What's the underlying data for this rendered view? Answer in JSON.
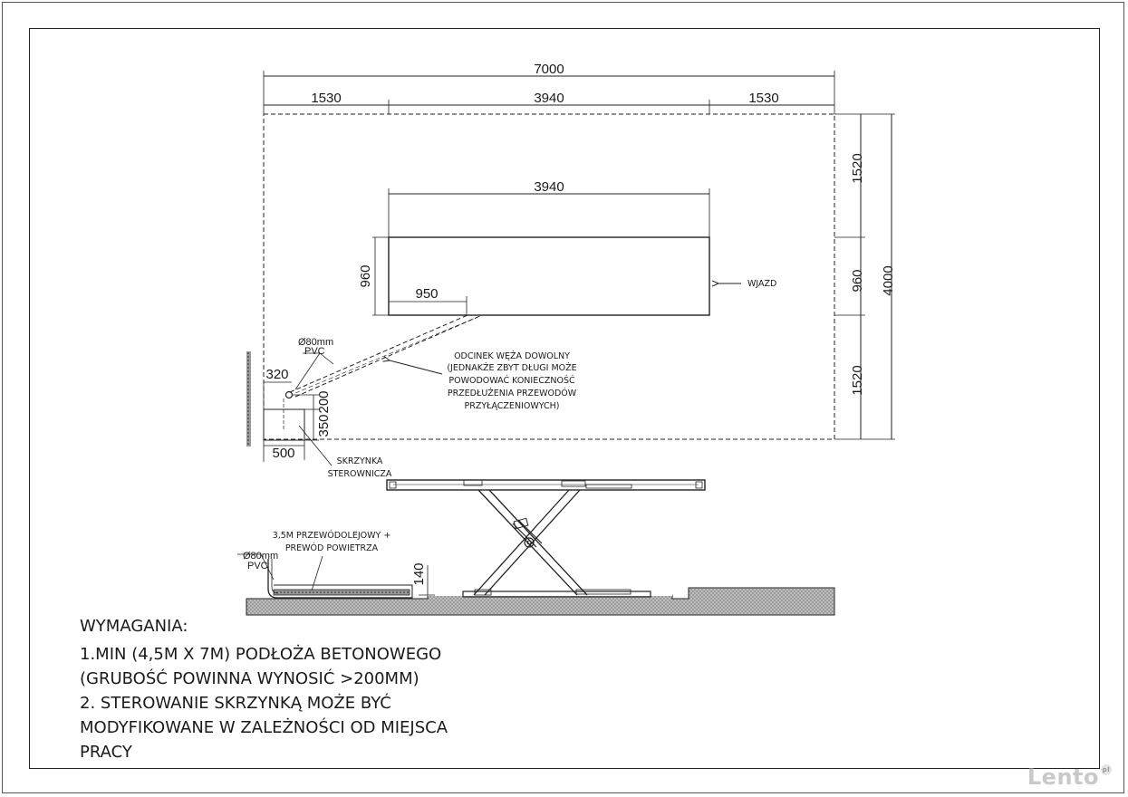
{
  "dimensions": {
    "total_width": "7000",
    "left_margin": "1530",
    "center_width": "3940",
    "right_margin": "1530",
    "platform_width": "3940",
    "platform_depth": "960",
    "offset_950": "950",
    "right_top": "1520",
    "right_mid": "960",
    "right_bottom": "1520",
    "total_height": "4000",
    "box_offset_320": "320",
    "box_gap_200": "200",
    "box_height_350": "350",
    "box_width_500": "500",
    "duct_height_140": "140"
  },
  "labels": {
    "entry": "WJAZD",
    "pipe_top_line1": "Ø80mm",
    "pipe_top_line2": "PVC",
    "pipe_bottom_line1": "Ø80mm",
    "pipe_bottom_line2": "PVC",
    "control_box_line1": "SKRZYNKA",
    "control_box_line2": "STEROWNICZA",
    "hose_note": [
      "ODCINEK WĘŻA DOWOLNY",
      "(JEDNAKŻE ZBYT DŁUGI MOŻE",
      "POWODOWAĆ KONIECZNOŚĆ",
      "PRZEDŁUŻENIA PRZEWODÓW",
      "PRZYŁĄCZENIOWYCH)"
    ],
    "cable_note_line1": "3,5M PRZEWÓDOLEJOWY +",
    "cable_note_line2": "PREWÓD POWIETRZA"
  },
  "requirements": {
    "heading": "WYMAGANIA:",
    "item1_line1": "1.MIN (4,5M X 7M) PODŁOŻA BETONOWEGO",
    "item1_line2": "(GRUBOŚĆ POWINNA WYNOSIĆ >200MM)",
    "item2_line1": "2. STEROWANIE SKRZYNKĄ MOŻE BYĆ",
    "item2_line2": "MODYFIKOWANE W ZALEŻNOŚCI OD MIEJSCA",
    "item2_line3": "PRACY"
  },
  "watermark": "Lento",
  "watermark_badge": "pl"
}
